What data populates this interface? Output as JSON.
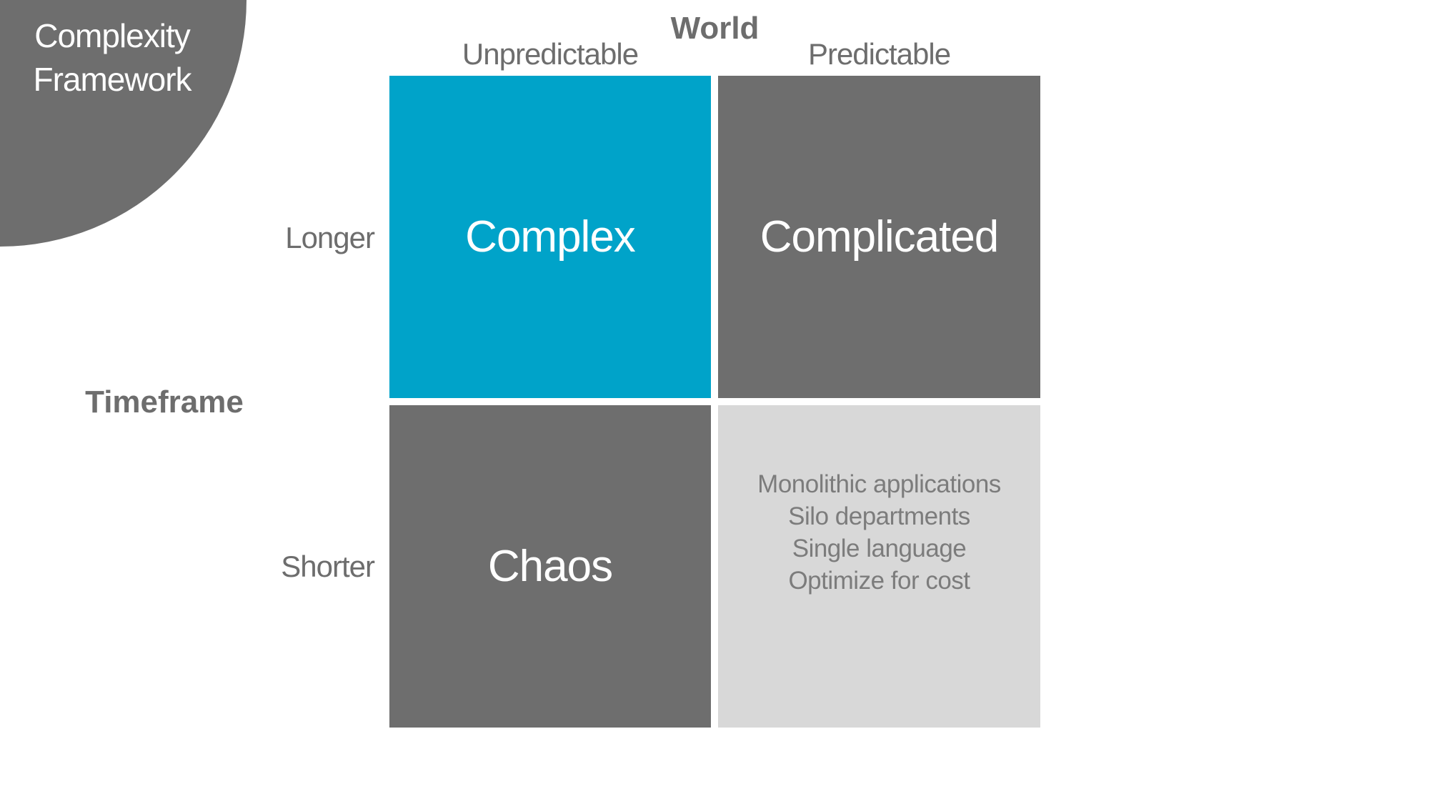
{
  "slide": {
    "colors": {
      "accent_cyan": "#00A3C9",
      "dark_gray": "#6E6E6E",
      "light_gray": "#D8D8D8",
      "label_gray": "#6D6D6D",
      "muted_text_gray": "#7C7C7C",
      "white_text": "#FFFFFF",
      "background": "#FFFFFF"
    },
    "corner_badge": {
      "line1": "Complexity",
      "line2": "Framework",
      "bg": "#6E6E6E"
    },
    "axes": {
      "x_title": "World",
      "x_labels": {
        "left": "Unpredictable",
        "right": "Predictable"
      },
      "y_title": "Timeframe",
      "y_labels": {
        "top": "Longer",
        "bottom": "Shorter"
      }
    },
    "quadrants": [
      {
        "id": "complex",
        "label": "Complex",
        "bg": "#00A3C9"
      },
      {
        "id": "complicated",
        "label": "Complicated",
        "bg": "#6E6E6E"
      },
      {
        "id": "chaos",
        "label": "Chaos",
        "bg": "#6E6E6E"
      },
      {
        "id": "predictable-shorter",
        "bg": "#D8D8D8",
        "items": [
          "Monolithic applications",
          "Silo departments",
          "Single language",
          "Optimize for cost"
        ]
      }
    ]
  }
}
